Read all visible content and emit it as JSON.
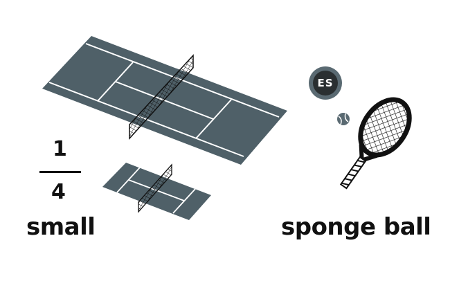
{
  "colors": {
    "court": "#4f6068",
    "court_lines": "#ffffff",
    "net": "#111111",
    "badge_outer": "#5a6a72",
    "badge_inner": "#2a2f31",
    "text": "#111111"
  },
  "left": {
    "fraction_numerator": "1",
    "fraction_denominator": "4",
    "label": "small"
  },
  "right": {
    "badge_text": "ES",
    "label": "sponge ball"
  },
  "icons": [
    "full-court",
    "mini-court",
    "net",
    "badge",
    "tennis-ball-icon",
    "racket-icon"
  ]
}
